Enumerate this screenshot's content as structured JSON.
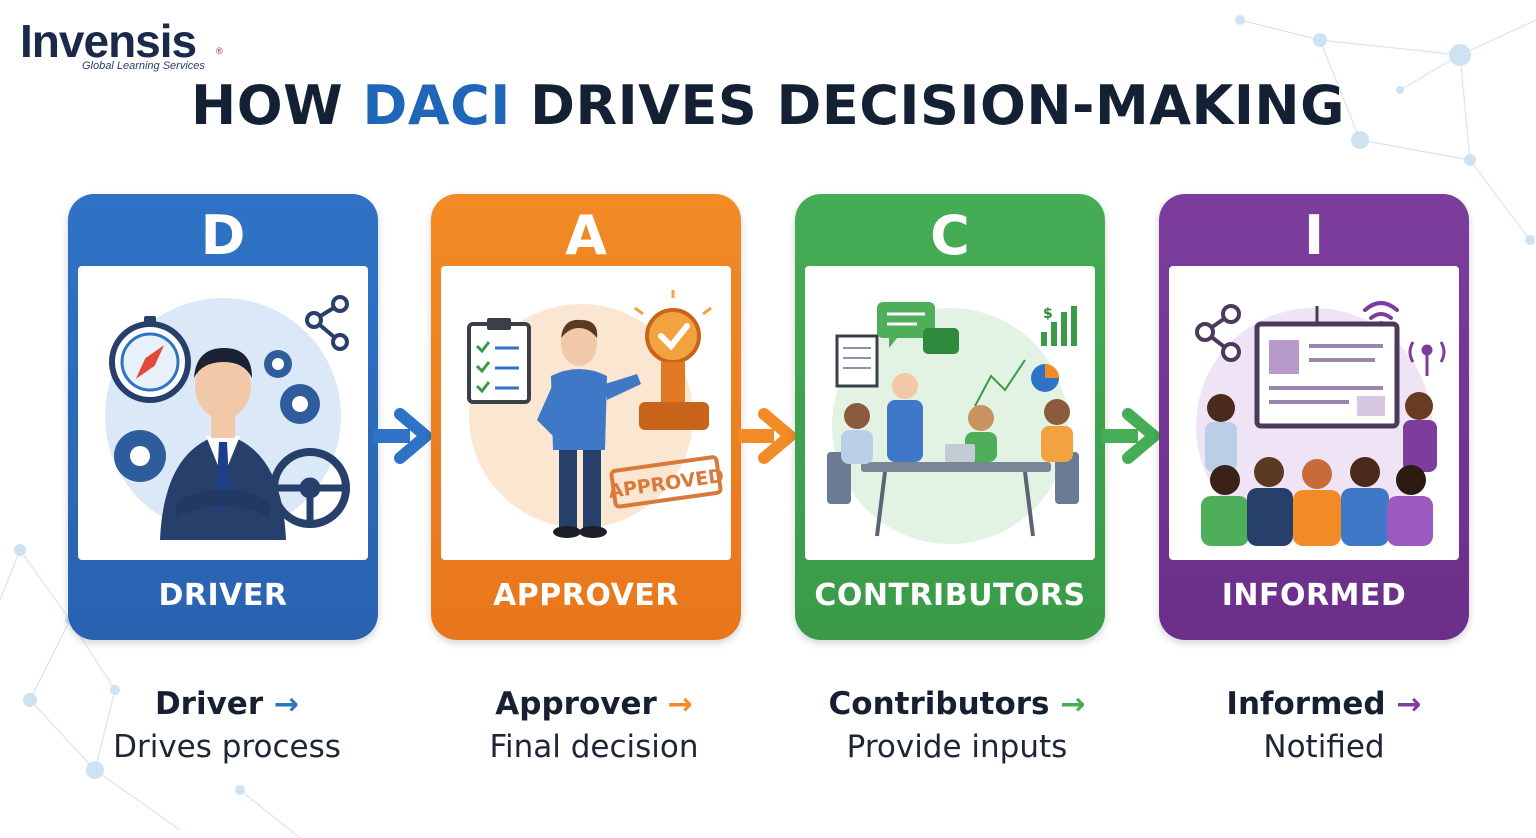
{
  "logo": {
    "wordmark": "INVENSIS",
    "wordmark_left": "In",
    "wordmark_mid": "v",
    "wordmark_right": "ensis",
    "registered": "®",
    "tagline": "Global Learning Services"
  },
  "title": {
    "part1": "HOW ",
    "accent": "DACI",
    "part2": " DRIVES DECISION-MAKING"
  },
  "colors": {
    "driver": "#2f73c6",
    "approver": "#f28a25",
    "contributors": "#45ad55",
    "informed": "#7c3d9c",
    "title_accent": "#1f66b8",
    "title": "#142033"
  },
  "cards": [
    {
      "letter": "D",
      "role": "DRIVER",
      "caption_head": "Driver",
      "caption_arrow": "→",
      "caption_sub": "Drives process",
      "icon": "driver-illustration"
    },
    {
      "letter": "A",
      "role": "APPROVER",
      "caption_head": "Approver",
      "caption_arrow": "→",
      "caption_sub": "Final decision",
      "icon": "approver-illustration",
      "stamp_text": "APPROVED"
    },
    {
      "letter": "C",
      "role": "CONTRIBUTORS",
      "caption_head": "Contributors",
      "caption_arrow": "→",
      "caption_sub": "Provide inputs",
      "icon": "contributors-illustration"
    },
    {
      "letter": "I",
      "role": "INFORMED",
      "caption_head": "Informed",
      "caption_arrow": "→",
      "caption_sub": "Notified",
      "icon": "informed-illustration"
    }
  ]
}
